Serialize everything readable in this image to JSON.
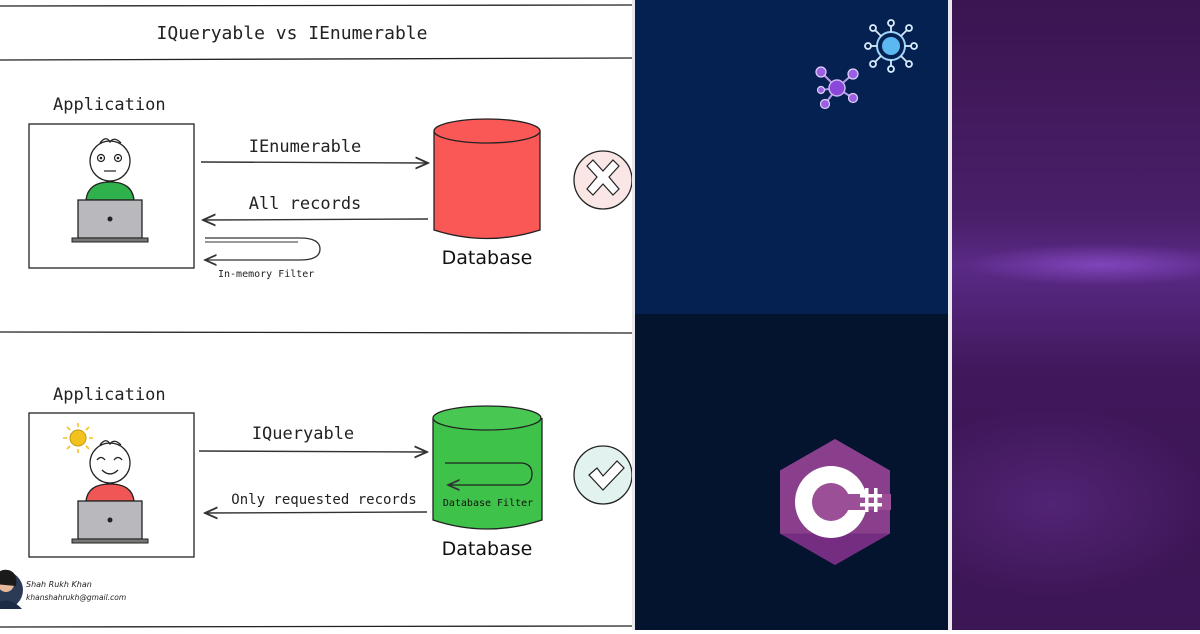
{
  "diagram": {
    "title": "IQueryable vs IEnumerable",
    "top": {
      "app_label": "Application",
      "request_label": "IEnumerable",
      "response_label": "All records",
      "filter_label": "In-memory Filter",
      "db_label": "Database",
      "db_color": "#fa5757",
      "result_icon": "x-mark-icon"
    },
    "bottom": {
      "app_label": "Application",
      "request_label": "IQueryable",
      "response_label": "Only requested records",
      "filter_label": "Database Filter",
      "db_label": "Database",
      "db_color": "#3fc24a",
      "result_icon": "check-mark-icon"
    },
    "author": {
      "name": "Shah Rukh Khan",
      "email": "khanshahrukh@gmail.com"
    }
  },
  "colors": {
    "mid_top_bg": "#042152",
    "mid_bottom_bg": "#04132e",
    "csharp_purple": "#9b4f96"
  },
  "icons": {
    "network_icons": [
      "network-node-icon",
      "network-graph-icon"
    ],
    "logo": "csharp-logo-icon"
  }
}
